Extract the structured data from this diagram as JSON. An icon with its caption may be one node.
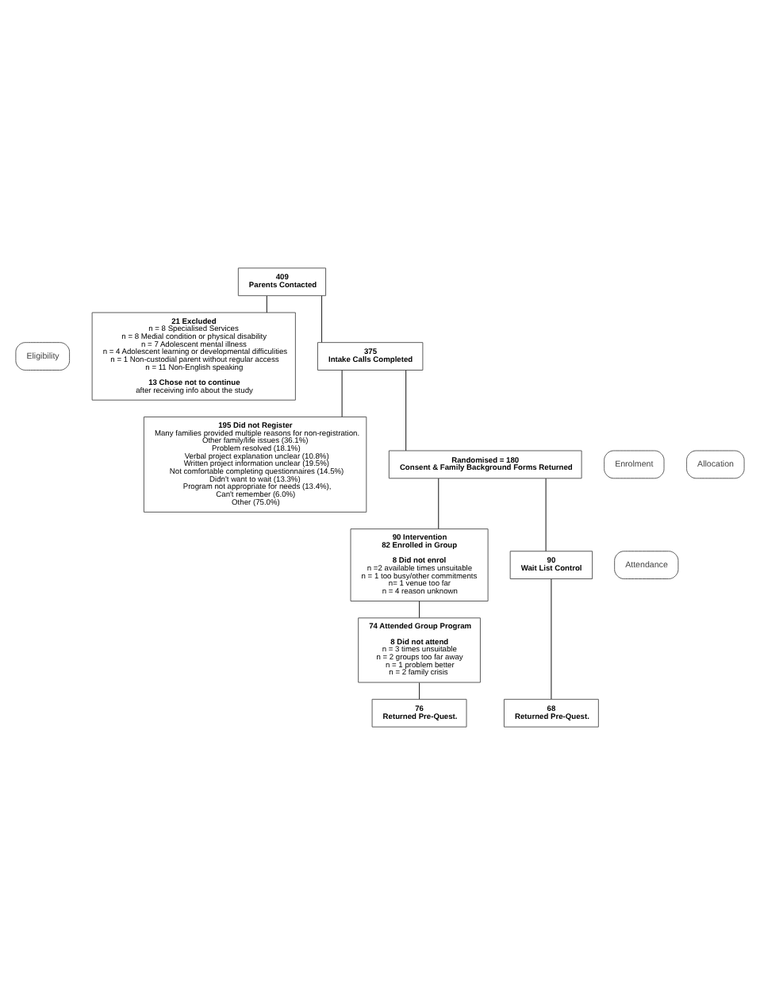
{
  "diagram": {
    "nodes": [
      {
        "text": [
          "Eligibility"
        ]
      },
      {
        "text": [
          "409",
          "Parents Contacted"
        ]
      },
      {
        "text": [
          "21 Excluded",
          "n = 8 Specialised Services",
          "n = 8 Medial condition or physical disability",
          "n = 7 Adolescent mental illness",
          "n = 4 Adolescent learning or developmental difficulities",
          "n = 1 Non-custodial parent without regular access",
          "n = 11 Non-English speaking",
          "13 Chose not to continue",
          "after receiving info about the study"
        ]
      },
      {
        "text": [
          "375",
          "Intake Calls Completed"
        ]
      },
      {
        "text": [
          "Enrolment"
        ]
      },
      {
        "text": [
          "195 Did not Register",
          "Many families provided multiple reasons for non-registration.",
          "Other family/life issues (36.1%)",
          "Problem resolved (18.1%)",
          "Verbal project explanation unclear (10.8%)",
          "Written project information unclear (19.5%)",
          "Not comfortable completing questionnaires (14.5%)",
          "Didn't want to wait (13.3%)",
          "Program not appropriate for needs (13.4%),",
          "Can't remember (6.0%)",
          "Other (75.0%)"
        ]
      },
      {
        "text": [
          "Allocation"
        ]
      },
      {
        "text": [
          "Randomised = 180",
          "Consent & Family Background Forms Returned"
        ]
      },
      {
        "text": [
          "90 Intervention",
          "82 Enrolled in Group",
          "8 Did not enrol",
          "n =2 available times unsuitable",
          "n = 1 too busy/other commitments",
          "n= 1 venue too far",
          "n = 4 reason unknown"
        ]
      },
      {
        "text": [
          "90",
          "Wait List Control"
        ]
      },
      {
        "text": [
          "Attendance"
        ]
      },
      {
        "text": [
          "74 Attended Group Program",
          "8 Did not attend",
          "n = 3 times unsuitable",
          "n = 2 groups too far away",
          "n = 1 problem better",
          "n = 2 family crisis"
        ]
      },
      {
        "text": [
          "76",
          "Returned Pre-Quest."
        ]
      },
      {
        "text": [
          "68",
          "Returned Pre-Quest."
        ]
      }
    ],
    "edges": [
      {
        "from": 1,
        "to": 3,
        "arrow": "none"
      },
      {
        "from": 1,
        "to": 2,
        "arrow": "none"
      },
      {
        "from": 3,
        "to": 7,
        "arrow": "none"
      },
      {
        "from": 3,
        "to": 5,
        "arrow": "none"
      },
      {
        "from": 7,
        "to": 8,
        "arrow": "none"
      },
      {
        "from": 7,
        "to": 9,
        "arrow": "none"
      },
      {
        "from": 8,
        "to": 11,
        "arrow": "none"
      },
      {
        "from": 11,
        "to": 12,
        "arrow": "none"
      },
      {
        "from": 9,
        "to": 13,
        "arrow": "none"
      }
    ]
  }
}
